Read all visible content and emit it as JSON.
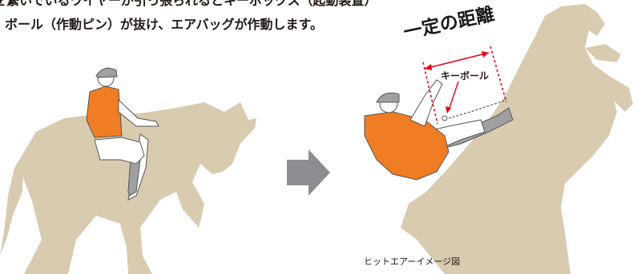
{
  "caption": {
    "line1": "を繋いでいるワイヤーが引っ張られるとキーボックス（起動装置）",
    "line2": "ボール（作動ピン）が抜け、エアバッグが作動します。"
  },
  "labels": {
    "distance": "一定の距離",
    "key_ball": "キーボール",
    "image_caption": "ヒットエアーイメージ図"
  },
  "colors": {
    "horse": "#d8cbb0",
    "vest": "#f07d23",
    "arrow": "#8b8d90",
    "marker": "#e60012",
    "rider": "#ffffff",
    "helmet": "#9fa0a0"
  },
  "icons": [
    "right-arrow-icon"
  ]
}
